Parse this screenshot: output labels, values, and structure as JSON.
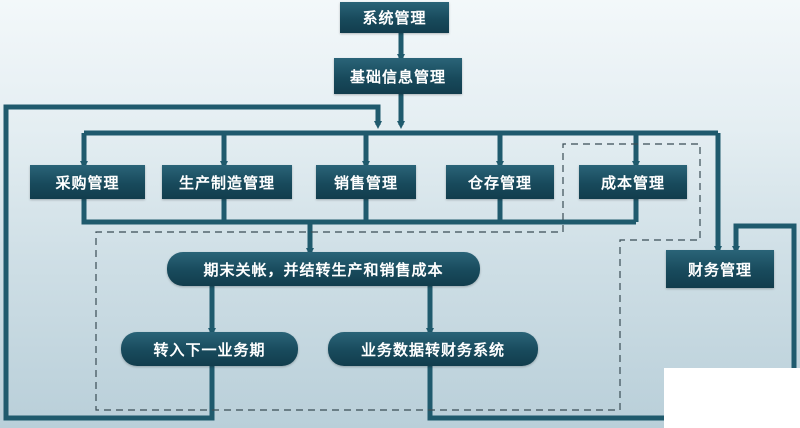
{
  "diagram": {
    "nodes": {
      "system_mgmt": "系统管理",
      "basic_info": "基础信息管理",
      "purchase": "采购管理",
      "production": "生产制造管理",
      "sales": "销售管理",
      "warehouse": "仓存管理",
      "cost": "成本管理",
      "finance": "财务管理",
      "period_end": "期末关帐，并结转生产和销售成本",
      "next_period": "转入下一业务期",
      "transfer_finance": "业务数据转财务系统"
    },
    "colors": {
      "box": "#184a5c",
      "line": "#1f5a6d",
      "dashed": "#3a4d55",
      "text": "#ffffff"
    }
  }
}
